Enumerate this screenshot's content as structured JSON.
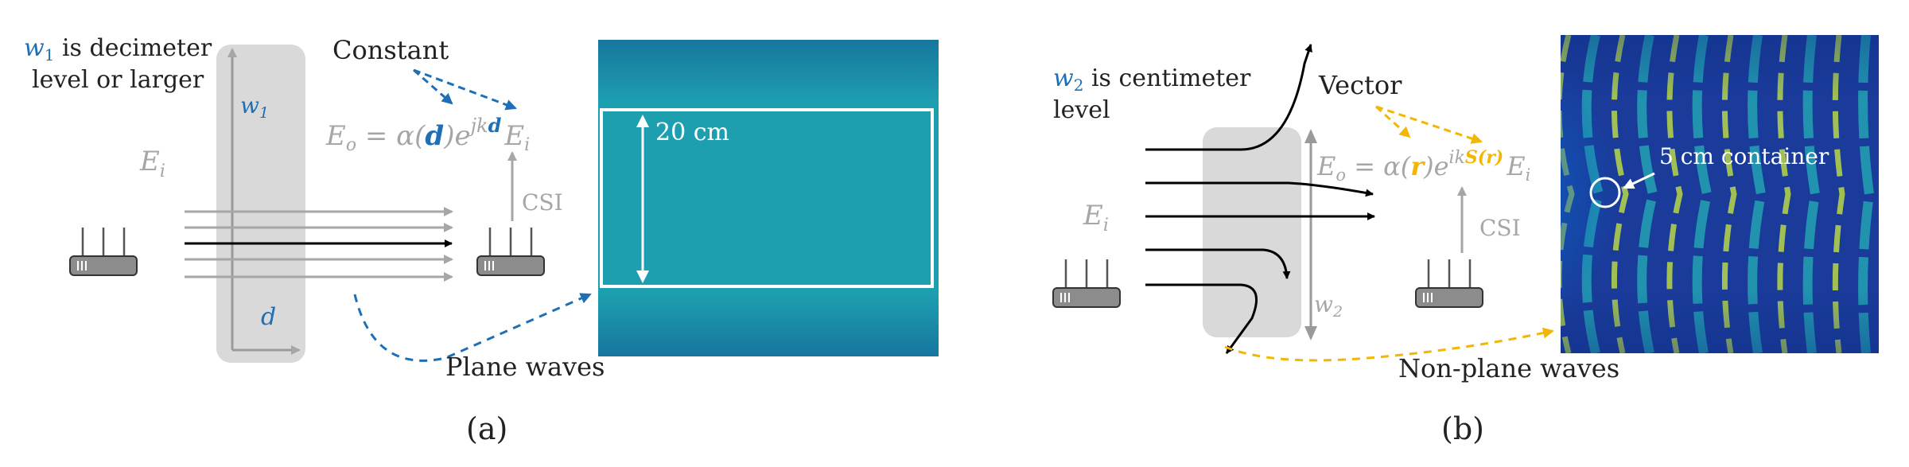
{
  "panel_a": {
    "note_var": "w",
    "note_sub": "1",
    "note_line1_rest": " is decimeter",
    "note_line2": "level or larger",
    "slab_width_label": "w",
    "slab_width_sub": "1",
    "depth_label": "d",
    "incident_label": "E",
    "incident_sub": "i",
    "constant_label": "Constant",
    "eq_lhs": "E",
    "eq_lhs_sub": "o",
    "eq_mid1": " = α(",
    "eq_var": "d",
    "eq_mid2": ")e",
    "eq_exp_prefix": "jk",
    "eq_exp_var": "d",
    "eq_rhs": "E",
    "eq_rhs_sub": "i",
    "csi_label": "CSI",
    "scale_label": "20 cm",
    "wave_caption": "Plane waves",
    "caption": "(a)"
  },
  "panel_b": {
    "note_var": "w",
    "note_sub": "2",
    "note_line1_rest": " is centimeter",
    "note_line2": "level",
    "slab_width_label": "w",
    "slab_width_sub": "2",
    "incident_label": "E",
    "incident_sub": "i",
    "vector_label": "Vector",
    "eq_lhs": "E",
    "eq_lhs_sub": "o",
    "eq_mid1": " = α(",
    "eq_var": "r",
    "eq_mid2": ")e",
    "eq_exp_prefix": "ik",
    "eq_exp_var": "S(r)",
    "eq_rhs": "E",
    "eq_rhs_sub": "i",
    "csi_label": "CSI",
    "container_label": "5 cm container",
    "wave_caption": "Non-plane waves",
    "caption": "(b)"
  },
  "colors": {
    "blue_accent": "#1f6fb6",
    "yellow_accent": "#f2b705",
    "gray_text": "#a6a6a6",
    "slab_fill": "#d9d9d9",
    "field_dark": "#1a3b9a",
    "field_bright": "#c6e04a"
  },
  "icons": [
    "router-icon-a-left",
    "router-icon-a-right",
    "router-icon-b-left",
    "router-icon-b-right"
  ]
}
